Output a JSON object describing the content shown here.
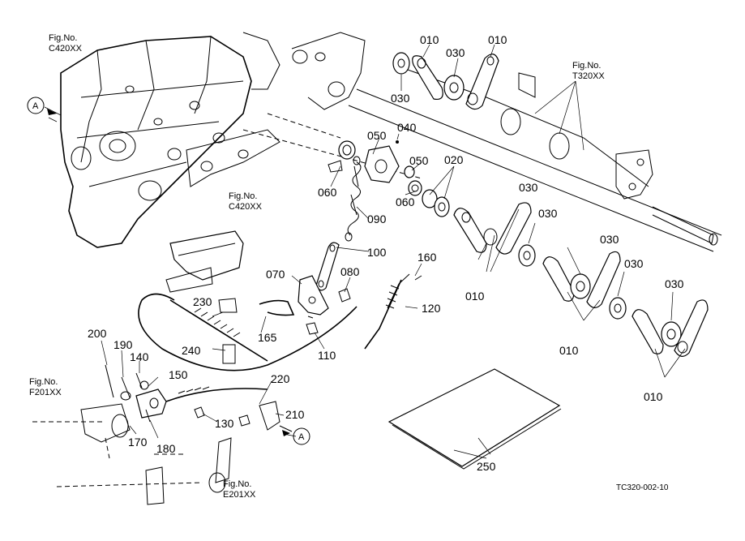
{
  "labels": {
    "p010_a": "010",
    "p030_a": "030",
    "p010_b": "010",
    "p030_b": "030",
    "p040": "040",
    "p050_a": "050",
    "p050_b": "050",
    "p020": "020",
    "p060_a": "060",
    "p060_b": "060",
    "p090": "090",
    "p100": "100",
    "p070": "070",
    "p080": "080",
    "p160": "160",
    "p120": "120",
    "p110": "110",
    "p230": "230",
    "p165": "165",
    "p240": "240",
    "p200": "200",
    "p190": "190",
    "p140": "140",
    "p150": "150",
    "p220": "220",
    "p210": "210",
    "p130": "130",
    "p170": "170",
    "p180": "180",
    "p250": "250",
    "p030_c": "030",
    "p030_d": "030",
    "p030_e": "030",
    "p030_f": "030",
    "p030_g": "030",
    "p010_c": "010",
    "p010_d": "010",
    "p010_e": "010"
  },
  "references": {
    "c420_top_line1": "Fig.No.",
    "c420_top_line2": "C420XX",
    "c420_mid_line1": "Fig.No.",
    "c420_mid_line2": "C420XX",
    "t320_line1": "Fig.No.",
    "t320_line2": "T320XX",
    "f201_line1": "Fig.No.",
    "f201_line2": "F201XX",
    "e201_line1": "Fig.No.",
    "e201_line2": "E201XX"
  },
  "markers": {
    "a_left": "A",
    "a_bottom": "A"
  },
  "drawing_code": "TC320-002-10",
  "colors": {
    "ink": "#000000",
    "paper": "#ffffff"
  }
}
